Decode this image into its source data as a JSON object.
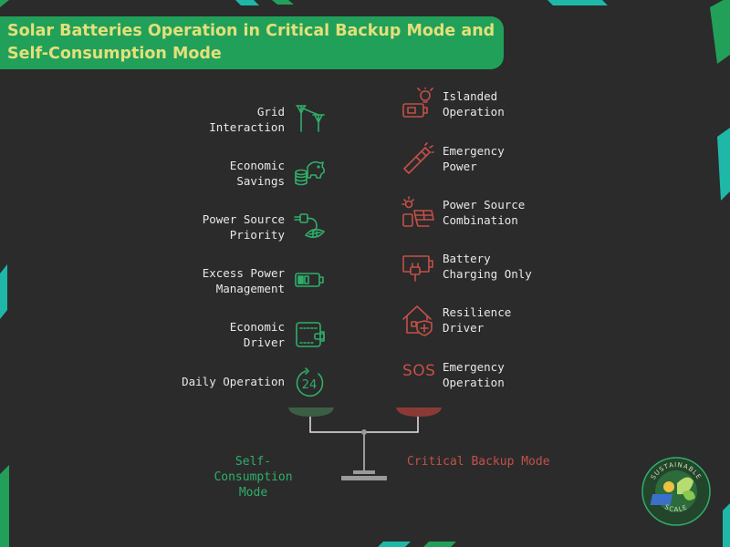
{
  "title": "Solar Batteries Operation in Critical Backup Mode and Self-Consumption Mode",
  "colors": {
    "background": "#2b2b2b",
    "banner": "#21a05a",
    "title_text": "#e3e07a",
    "self_consumption": "#2fae6a",
    "critical_backup": "#c45048",
    "stripe_teal": "#1fb8a8",
    "stripe_green": "#22a05a"
  },
  "self_consumption": {
    "label": "Self-Consumption Mode",
    "items": [
      {
        "label": "Grid Interaction",
        "icon": "power-tower-icon"
      },
      {
        "label": "Economic Savings",
        "icon": "piggy-bank-coins-icon"
      },
      {
        "label": "Power Source Priority",
        "icon": "plug-leaf-icon"
      },
      {
        "label": "Excess Power Management",
        "icon": "battery-icon"
      },
      {
        "label": "Economic Driver",
        "icon": "wallet-icon"
      },
      {
        "label": "Daily Operation",
        "icon": "clock-24-icon"
      }
    ]
  },
  "critical_backup": {
    "label": "Critical Backup Mode",
    "items": [
      {
        "label": "Islanded Operation",
        "icon": "generator-bulb-icon"
      },
      {
        "label": "Emergency Power",
        "icon": "flashlight-icon"
      },
      {
        "label": "Power Source Combination",
        "icon": "solar-panel-sun-icon"
      },
      {
        "label": "Battery Charging Only",
        "icon": "battery-plug-icon"
      },
      {
        "label": "Resilience Driver",
        "icon": "house-shield-icon"
      },
      {
        "label": "Emergency Operation",
        "icon": "sos-icon",
        "icon_text": "SOS"
      }
    ]
  },
  "logo": {
    "text": "SUSTAINABLE SCALE"
  }
}
